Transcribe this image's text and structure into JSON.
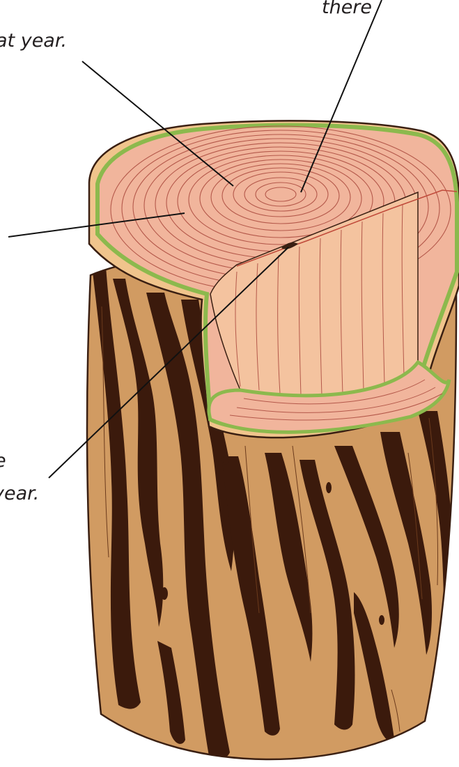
{
  "captions": {
    "top_partial_line1": "there",
    "top_partial_line2": "at year.",
    "bottom_partial_line1": "e",
    "bottom_partial_line2": "year."
  },
  "icons": {
    "main_illustration": "tree-stump-cross-section-icon"
  },
  "colors": {
    "bark": "#d19b62",
    "bark_stripes": "#3b1a0c",
    "outline": "#3a1f12",
    "wood": "#f1b59c",
    "ring_line": "#b4584a",
    "cambium": "#8cb94d",
    "cut_surface": "#f4c39f",
    "callout_line": "#111111",
    "caption_text": "#231f20"
  }
}
